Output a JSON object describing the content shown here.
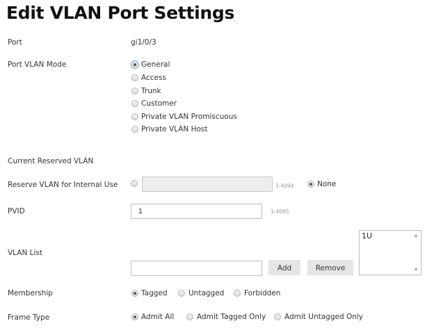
{
  "page": {
    "title": "Edit VLAN Port Settings"
  },
  "port": {
    "label": "Port",
    "value": "gi1/0/3"
  },
  "port_vlan_mode": {
    "label": "Port VLAN Mode",
    "selected": "General",
    "options": [
      "General",
      "Access",
      "Trunk",
      "Customer",
      "Private VLAN Promiscuous",
      "Private VLAN Host"
    ]
  },
  "current_reserved_vlan": {
    "label": "Current Reserved VLAN",
    "value": ""
  },
  "reserve_vlan": {
    "label": "Reserve VLAN for Internal Use",
    "input_value": "",
    "range_hint": "1-4094",
    "none_label": "None",
    "selected": "None"
  },
  "pvid": {
    "label": "PVID",
    "value": "1",
    "range_hint": "1-4095"
  },
  "vlan_list": {
    "label": "VLAN List",
    "input_value": "",
    "add_label": "Add",
    "remove_label": "Remove",
    "items": [
      "1U"
    ]
  },
  "membership": {
    "label": "Membership",
    "selected": "Tagged",
    "options": [
      "Tagged",
      "Untagged",
      "Forbidden"
    ]
  },
  "frame_type": {
    "label": "Frame Type",
    "selected": "Admit All",
    "options": [
      "Admit All",
      "Admit Tagged Only",
      "Admit Untagged Only"
    ]
  }
}
